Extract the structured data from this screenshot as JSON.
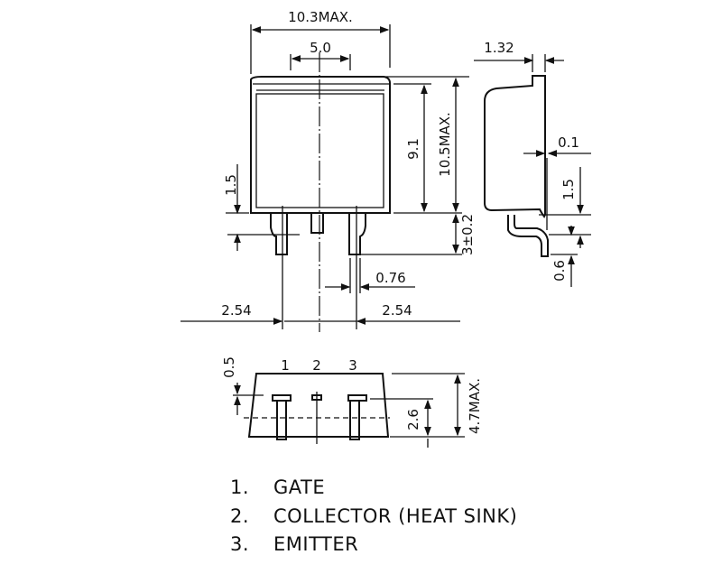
{
  "front_view": {
    "width_max": "10.3MAX.",
    "lead_span": "5.0",
    "body_height": "9.1",
    "height_max": "10.5MAX.",
    "lead_length": "3±0.2",
    "lead_step": "1.5",
    "lead_width": "0.76",
    "pitch_left": "2.54",
    "pitch_right": "2.54"
  },
  "side_view": {
    "tab_thickness": "1.32",
    "offset": "0.1",
    "lead_step": "1.5",
    "lead_thickness": "0.6"
  },
  "bottom_view": {
    "pin_labels": [
      "1",
      "2",
      "3"
    ],
    "lead_offset": "0.5",
    "lead_height": "2.6",
    "height_max": "4.7MAX."
  },
  "legend": [
    {
      "num": "1.",
      "label": "GATE"
    },
    {
      "num": "2.",
      "label": "COLLECTOR (HEAT SINK)"
    },
    {
      "num": "3.",
      "label": "EMITTER"
    }
  ]
}
